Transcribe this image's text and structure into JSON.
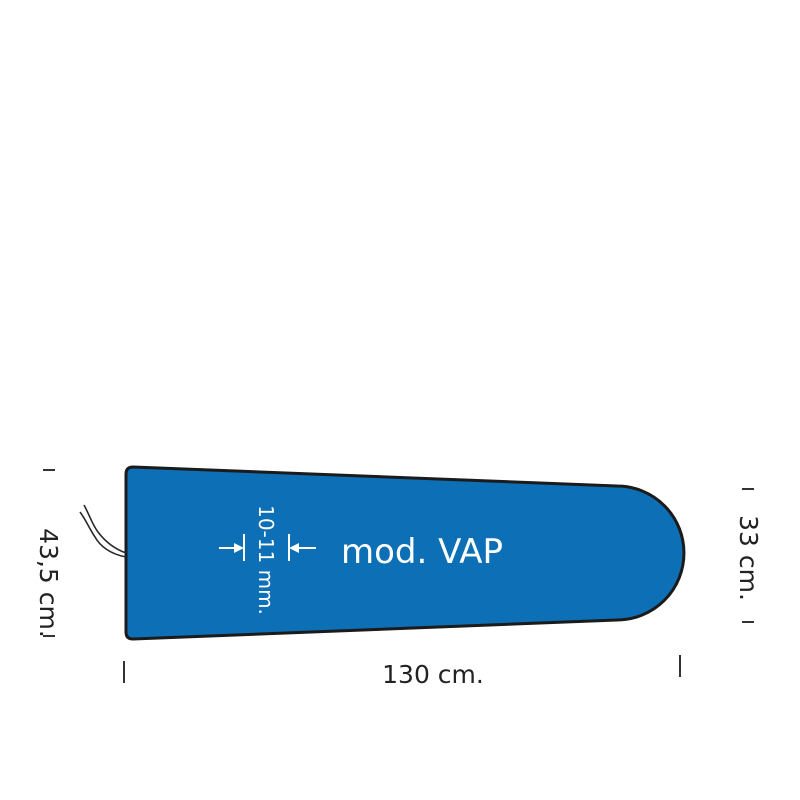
{
  "product": {
    "model_label": "mod. VAP",
    "color": "#0d6fb5",
    "outline_color": "#1b1b1b"
  },
  "dimensions": {
    "length": "130 cm.",
    "wide_end_width": "43,5 cm.",
    "narrow_end_width": "33 cm.",
    "thickness": "10-11 mm."
  },
  "icons": {
    "cord": "drawstring-cord-icon"
  }
}
